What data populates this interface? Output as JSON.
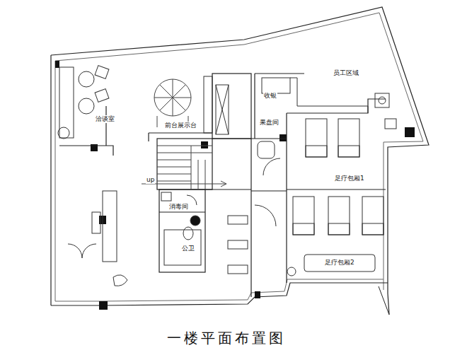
{
  "diagram": {
    "title": "一楼平面布置图",
    "labels": [
      "洽谈室",
      "前台展示台",
      "收银",
      "果盘间",
      "员工区域",
      "up",
      "足疗包厢1",
      "消毒间",
      "公卫",
      "足疗包厢2"
    ]
  }
}
